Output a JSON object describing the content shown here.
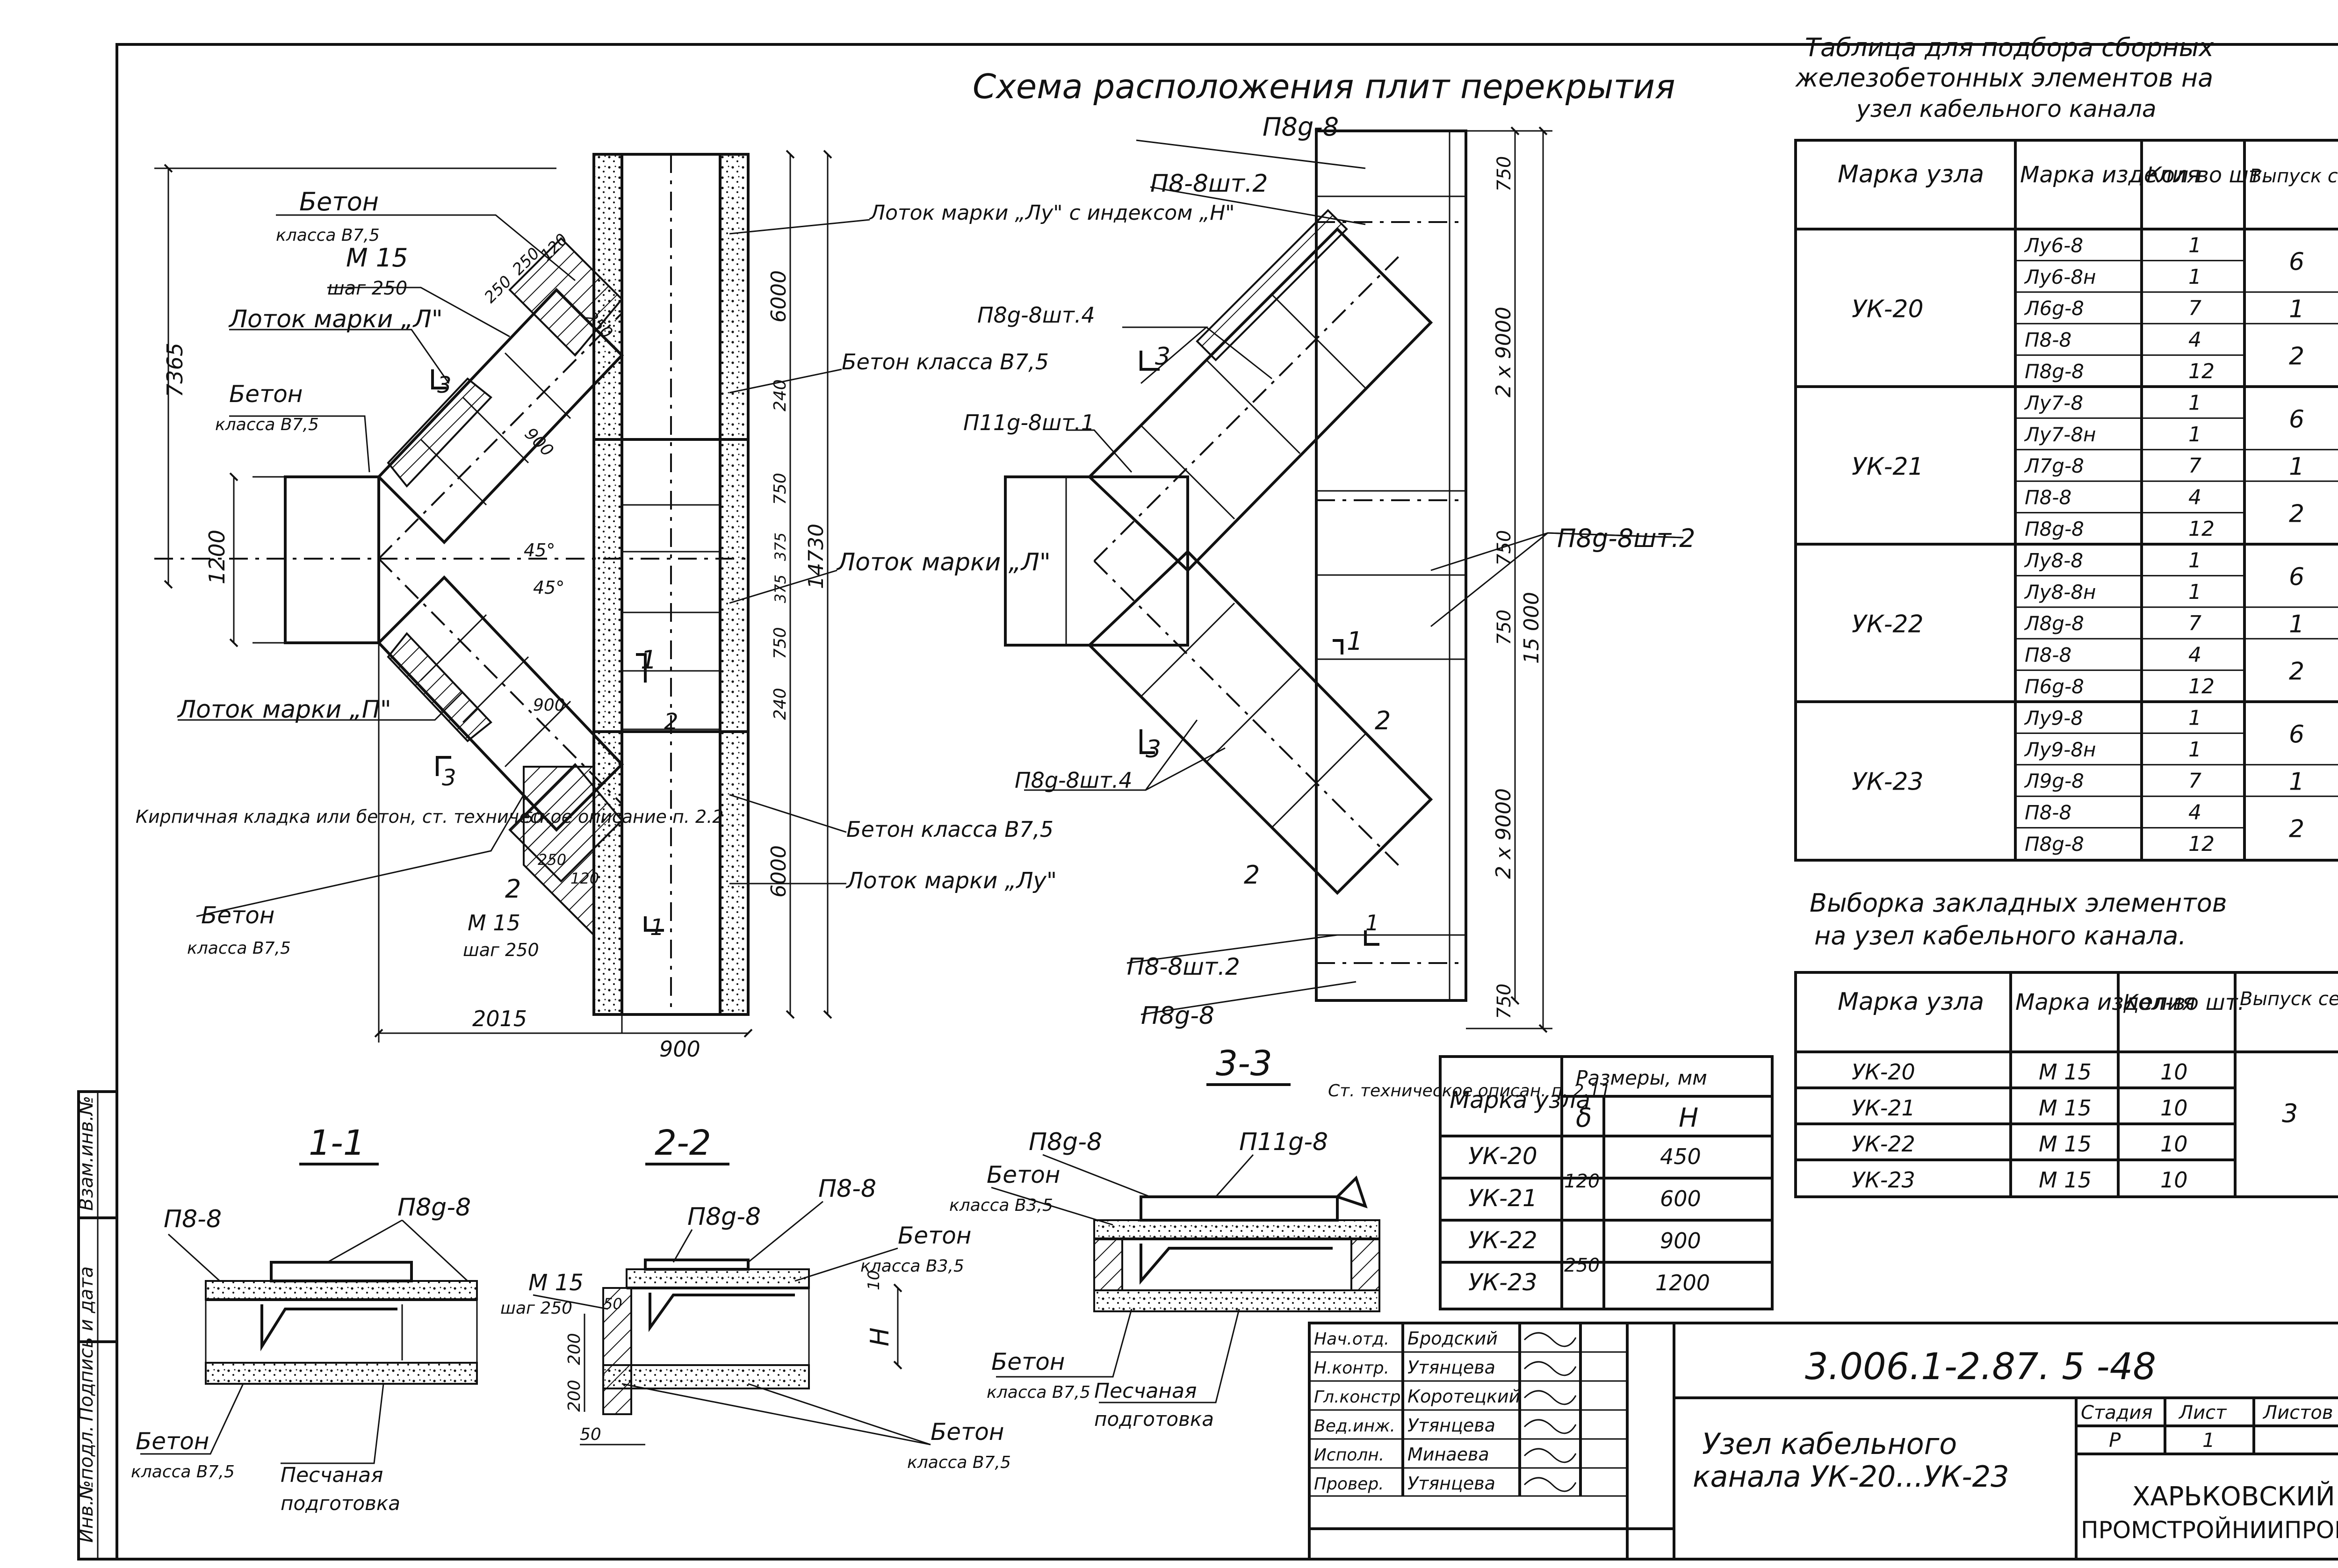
{
  "scheme": {
    "title": "Схема расположения плит перекрытия",
    "labels": {
      "beton_top": "Бетон",
      "beton_top_class": "класса В7,5",
      "m15_top": "М 15",
      "shag_top": "шаг 250",
      "lotok_l_top": "Лоток марки „Л\"",
      "beton_mid": "Бетон",
      "beton_mid_class": "класса В7,5",
      "lotok_p": "Лоток марки „П\"",
      "kirpich": "Кирпичная кладка или бетон, ст. техническое описание п. 2.2",
      "beton_bot": "Бетон",
      "beton_bot_class": "класса В7,5",
      "m15_bot": "М 15",
      "shag_bot": "шаг 250",
      "lotok_lu_h": "Лоток марки „Лу\" с индексом „Н\"",
      "beton_kl_r1": "Бетон класса В7,5",
      "lotok_l_r": "Лоток марки „Л\"",
      "beton_kl_r2": "Бетон класса В7,5",
      "lotok_lu_r": "Лоток марки „Лу\""
    },
    "dims": {
      "d7365": "7365",
      "d1200": "1200",
      "d2015": "2015",
      "d900": "900",
      "d250a": "250",
      "d250b": "250",
      "d120": "120",
      "d250c": "250",
      "d900a": "900",
      "d900b": "900",
      "a45a": "45°",
      "a45b": "45°",
      "d50": "50",
      "d250d": "250",
      "d120b": "120",
      "d6000a": "6000",
      "d240a": "240",
      "d750a": "750",
      "d375a": "375",
      "d375b": "375",
      "d750b": "750",
      "d240b": "240",
      "d6000b": "6000",
      "d14730": "14730"
    },
    "marks": {
      "s1": "1",
      "s2": "2",
      "s3": "3",
      "s3b": "3",
      "s2b": "2",
      "s1b": "1"
    }
  },
  "plan": {
    "labels": {
      "p8g8_top": "П8g-8",
      "p8_8sht2_top": "П8-8шт.2",
      "p8g8sht4_top": "П8g-8шт.4",
      "p11g8sht1": "П11g-8шт.1",
      "p8g8sht2_r": "П8g-8шт.2",
      "p8g8sht4_bot": "П8g-8шт.4",
      "p8_8sht2_bot": "П8-8шт.2",
      "p8g8_bot": "П8g-8"
    },
    "dims": {
      "d750a": "750",
      "d2x9000a": "2 x 9000",
      "d750b": "750",
      "d750c": "750",
      "d15000": "15 000",
      "d2x9000b": "2 x 9000",
      "d750d": "750"
    },
    "marks": {
      "m1": "1",
      "m2": "2",
      "m3a": "3",
      "m3b": "3",
      "m2b": "2",
      "m1b": "1"
    }
  },
  "section_1_1": {
    "title": "1-1",
    "p8_8": "П8-8",
    "p8g8": "П8g-8",
    "beton": "Бетон",
    "beton_class": "класса В7,5",
    "pesok": "Песчаная",
    "pesok2": "подготовка"
  },
  "section_2_2": {
    "title": "2-2",
    "p8g8": "П8g-8",
    "p8_8": "П8-8",
    "beton_a": "Бетон",
    "beton_a_class": "класса В3,5",
    "m15": "М 15",
    "shag": "шаг 250",
    "d50a": "50",
    "d200a": "200",
    "d200b": "200",
    "d50b": "50",
    "d10": "10",
    "h": "Н",
    "beton_b": "Бетон",
    "beton_b_class": "класса В7,5"
  },
  "section_3_3": {
    "title": "3-3",
    "p8g8": "П8g-8",
    "p11g8": "П11g-8",
    "st_tehn": "Ст. техническое описан. п. 2.11",
    "beton_a": "Бетон",
    "beton_a_class": "класса В3,5",
    "beton_b": "Бетон",
    "beton_b_class": "класса В7,5",
    "pesok": "Песчаная",
    "pesok2": "подготовка"
  },
  "table_main": {
    "title1": "Таблица для подбора сборных",
    "title2": "железобетонных элементов на",
    "title3": "узел кабельного канала",
    "headers": [
      "Марка узла",
      "Марка изделия",
      "Кол-во шт.",
      "Выпуск серии"
    ],
    "groups": [
      {
        "node": "УК-20",
        "items": [
          "Лу6-8",
          "Лу6-8н",
          "Л6g-8",
          "П8-8",
          "П8g-8"
        ],
        "qty": [
          "1",
          "1",
          "7",
          "4",
          "12"
        ],
        "series": [
          "6",
          "1",
          "2"
        ]
      },
      {
        "node": "УК-21",
        "items": [
          "Лу7-8",
          "Лу7-8н",
          "Л7g-8",
          "П8-8",
          "П8g-8"
        ],
        "qty": [
          "1",
          "1",
          "7",
          "4",
          "12"
        ],
        "series": [
          "6",
          "1",
          "2"
        ]
      },
      {
        "node": "УК-22",
        "items": [
          "Лу8-8",
          "Лу8-8н",
          "Л8g-8",
          "П8-8",
          "П6g-8"
        ],
        "qty": [
          "1",
          "1",
          "7",
          "4",
          "12"
        ],
        "series": [
          "6",
          "1",
          "2"
        ]
      },
      {
        "node": "УК-23",
        "items": [
          "Лу9-8",
          "Лу9-8н",
          "Л9g-8",
          "П8-8",
          "П8g-8"
        ],
        "qty": [
          "1",
          "1",
          "7",
          "4",
          "12"
        ],
        "series": [
          "6",
          "1",
          "2"
        ]
      }
    ]
  },
  "table_embed": {
    "title1": "Выборка закладных элементов",
    "title2": "на узел кабельного канала.",
    "headers": [
      "Марка узла",
      "Марка изделия",
      "Кол-во шт.",
      "Выпуск серии"
    ],
    "rows": [
      [
        "УК-20",
        "М 15",
        "10"
      ],
      [
        "УК-21",
        "М 15",
        "10"
      ],
      [
        "УК-22",
        "М 15",
        "10"
      ],
      [
        "УК-23",
        "М 15",
        "10"
      ]
    ],
    "series": "3"
  },
  "table_dims": {
    "headers": [
      "Марка узла",
      "Размеры, мм",
      "δ",
      "Н"
    ],
    "rows": [
      [
        "УК-20",
        "450"
      ],
      [
        "УК-21",
        "600"
      ],
      [
        "УК-22",
        "900"
      ],
      [
        "УК-23",
        "1200"
      ]
    ],
    "delta": [
      "120",
      "250"
    ]
  },
  "title_block": {
    "code": "3.006.1-2.87. 5 -48",
    "name1": "Узел кабельного",
    "name2": "канала УК-20...УК-23",
    "stage_h": "Стадия",
    "sheet_h": "Лист",
    "sheets_h": "Листов",
    "stage": "Р",
    "sheet": "1",
    "org1": "ХАРЬКОВСКИЙ",
    "org2": "ПРОМСТРОЙНИИПРОЕКТ",
    "roles": [
      "Нач.отд.",
      "Н.контр.",
      "Гл.констр.",
      "Вед.инж.",
      "Исполн.",
      "Провер."
    ],
    "names": [
      "Бродский",
      "Утянцева",
      "Коротецкий",
      "Утянцева",
      "Минаева",
      "Утянцева"
    ]
  },
  "side_stamp": [
    "Инв.№подл.",
    "Подпись и дата",
    "Взам.инв.№"
  ]
}
